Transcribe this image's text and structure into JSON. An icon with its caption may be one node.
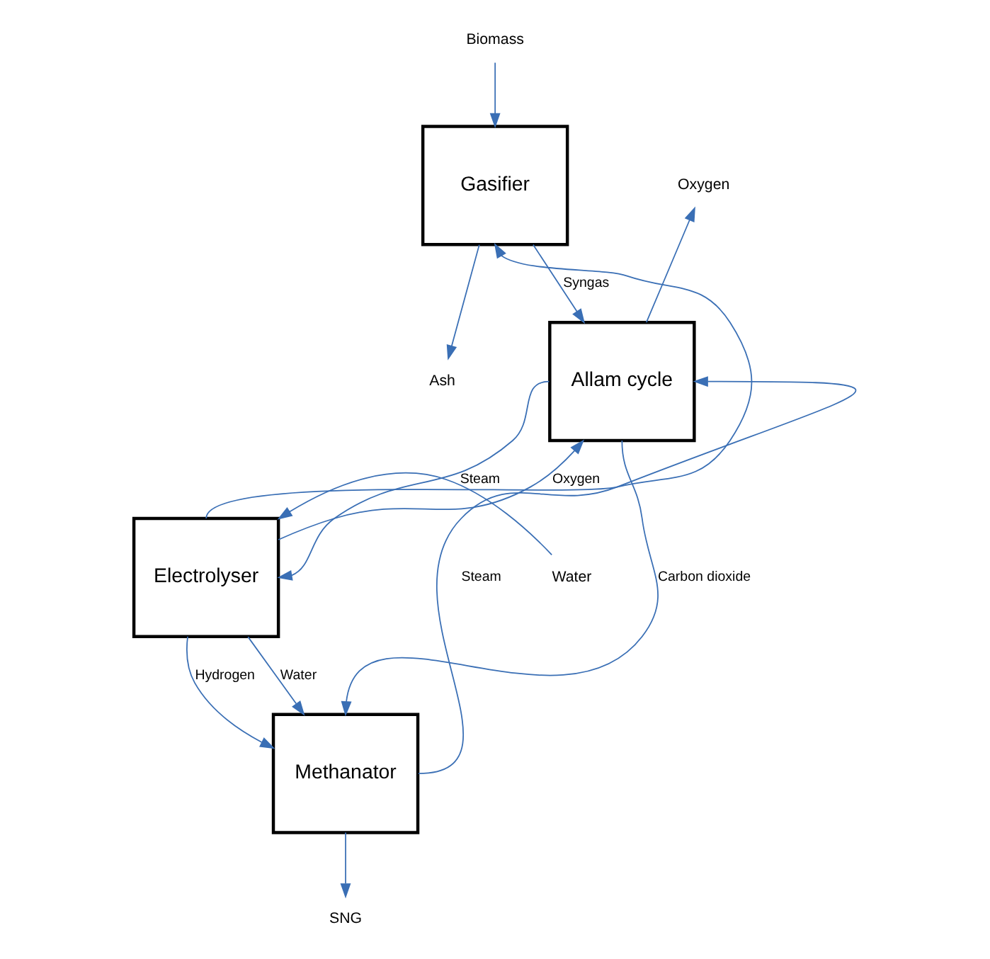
{
  "diagram": {
    "nodes": [
      {
        "text": [
          "Biomass"
        ]
      },
      {
        "text": [
          "Gasifier"
        ]
      },
      {
        "text": [
          "Ash"
        ]
      },
      {
        "text": [
          "Oxygen"
        ]
      },
      {
        "text": [
          "Allam cycle"
        ]
      },
      {
        "text": [
          "Water"
        ]
      },
      {
        "text": [
          "Electrolyser"
        ]
      },
      {
        "text": [
          "Methanator"
        ]
      },
      {
        "text": [
          "SNG"
        ]
      }
    ],
    "edges": [
      {
        "from": 0,
        "to": 1,
        "arrow": "to"
      },
      {
        "from": 1,
        "to": 2,
        "arrow": "to"
      },
      {
        "from": 1,
        "to": 4,
        "arrow": "to",
        "label": "Syngas"
      },
      {
        "from": 4,
        "to": 3,
        "arrow": "to"
      },
      {
        "from": 6,
        "to": 1,
        "arrow": "to"
      },
      {
        "from": 6,
        "to": 4,
        "arrow": "to",
        "label": "Oxygen"
      },
      {
        "from": 7,
        "to": 4,
        "arrow": "to",
        "label": "Steam"
      },
      {
        "from": 4,
        "to": 6,
        "arrow": "to",
        "label": "Steam"
      },
      {
        "from": 5,
        "to": 6,
        "arrow": "to"
      },
      {
        "from": 6,
        "to": 7,
        "arrow": "to",
        "label": "Hydrogen"
      },
      {
        "from": 4,
        "to": 7,
        "arrow": "to",
        "label": "Carbon dioxide"
      },
      {
        "from": 6,
        "to": 7,
        "arrow": "to",
        "label": "Water"
      },
      {
        "from": 7,
        "to": 8,
        "arrow": "to"
      }
    ]
  }
}
